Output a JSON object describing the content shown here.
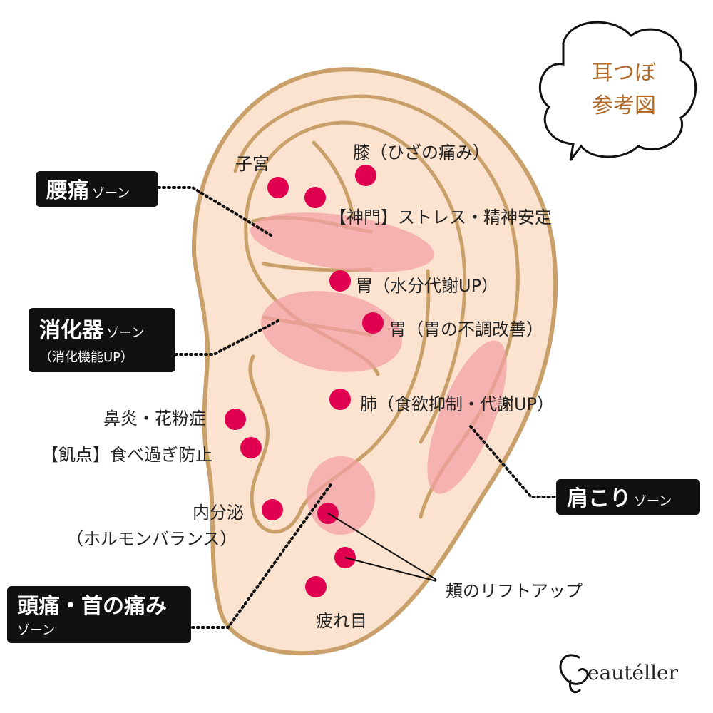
{
  "colors": {
    "skin": "#fbe3d0",
    "outline": "#c9a06a",
    "zone": "#f2a0a4",
    "point": "#e0004f",
    "box": "#111111",
    "bubble_text": "#b06a2a"
  },
  "bubble": {
    "line1": "耳つぼ",
    "line2": "参考図"
  },
  "zones": {
    "lumbar": {
      "main": "腰痛",
      "suffix": "ゾーン"
    },
    "digestive": {
      "main": "消化器",
      "suffix": "ゾーン",
      "sub": "（消化機能UP）"
    },
    "shoulder": {
      "main": "肩こり",
      "suffix": "ゾーン"
    },
    "headache": {
      "main": "頭痛・首の痛み",
      "suffix": "ゾーン"
    }
  },
  "points": {
    "uterus": "子宮",
    "knee": "膝（ひざの痛み）",
    "shenmen": "【神門】ストレス・精神安定",
    "stomach_water": "胃（水分代謝UP）",
    "stomach_upset": "胃（胃の不調改善）",
    "lung": "肺（食欲抑制・代謝UP）",
    "nose": "鼻炎・花粉症",
    "hunger": "【飢点】食べ過ぎ防止",
    "endocrine": "内分泌",
    "endocrine_sub": "（ホルモンバランス）",
    "cheek": "頬のリフトアップ",
    "eye": "疲れ目"
  },
  "brand": {
    "name": "eautéller"
  }
}
